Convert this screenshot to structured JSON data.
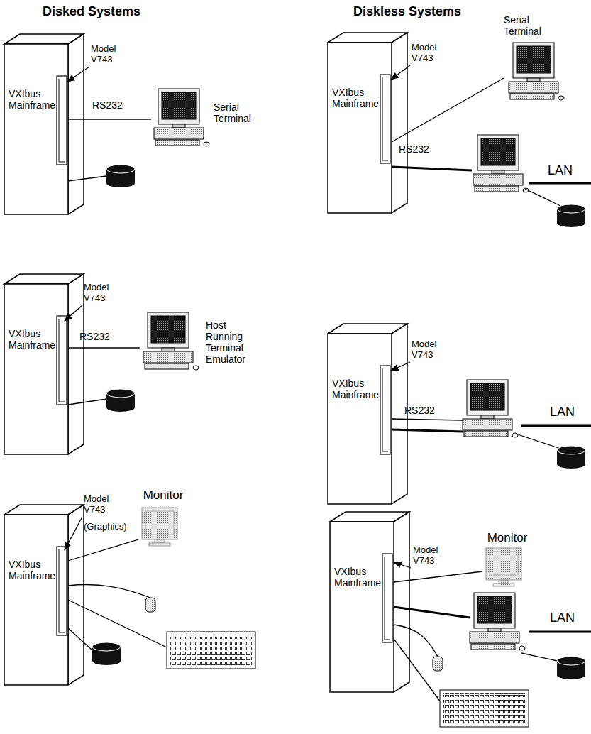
{
  "diagram": {
    "nodes": [
      {
        "text": [
          "VXIbus Mainframe"
        ]
      },
      {
        "text": [
          "Serial Terminal"
        ]
      },
      {
        "text": [
          "VXIbus Mainframe"
        ]
      },
      {
        "text": [
          "Host Running Terminal Emulator"
        ]
      },
      {
        "text": [
          "VXIbus Mainframe"
        ]
      },
      {
        "text": [
          "Monitor"
        ]
      },
      {
        "text": [
          "VXIbus Mainframe"
        ]
      },
      {
        "text": [
          "Serial Terminal"
        ]
      },
      {
        "text": [
          "VXIbus Mainframe"
        ]
      },
      {
        "text": [
          "VXIbus Mainframe"
        ]
      },
      {
        "text": [
          "Monitor"
        ]
      }
    ],
    "edges": [
      {
        "from": 0,
        "to": 1,
        "arrow": "none"
      },
      {
        "from": 2,
        "to": 3,
        "arrow": "none"
      },
      {
        "from": 4,
        "to": 5,
        "arrow": "none"
      },
      {
        "from": 6,
        "to": 7,
        "arrow": "none"
      },
      {
        "from": 9,
        "to": 10,
        "arrow": "none"
      }
    ],
    "labels": [
      "Disked Systems",
      "Diskless Systems",
      "Model V743",
      "RS232",
      "Model V743",
      "RS232",
      "Model V743",
      "(Graphics)",
      "Model V743",
      "RS232",
      "LAN",
      "Model V743",
      "RS232",
      "LAN",
      "Model V743",
      "LAN"
    ]
  }
}
